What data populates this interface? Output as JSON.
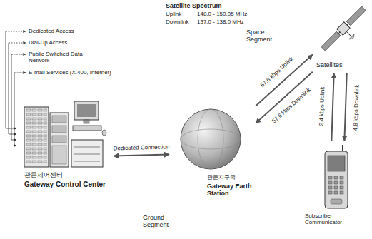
{
  "diagram": {
    "title": "Satellite Spectrum",
    "nodes": [
      {
        "text": [
          "관문제어센터",
          "Gateway Control Center"
        ]
      },
      {
        "text": [
          "관문지구국",
          "Gateway Earth Station"
        ]
      },
      {
        "text": [
          "Satellites"
        ]
      },
      {
        "text": [
          "Subscriber Communicator"
        ]
      }
    ],
    "edges": [
      {
        "from": 0,
        "to": 1,
        "arrow": "both",
        "label": "Dedicated Connection"
      },
      {
        "from": 1,
        "to": 2,
        "arrow": "to",
        "label": "57.6 kbps Uplink"
      },
      {
        "from": 2,
        "to": 1,
        "arrow": "to",
        "label": "57.6 kbps Downlink"
      },
      {
        "from": 3,
        "to": 2,
        "arrow": "to",
        "label": "2.4 kbps Uplink"
      },
      {
        "from": 2,
        "to": 3,
        "arrow": "to",
        "label": "4.8 kbps Downlink"
      }
    ],
    "labels": [
      "Uplink",
      "148.0 - 150.05 MHz",
      "Downlink",
      "137.0 - 138.0 MHz",
      "Space Segment",
      "Ground Segment",
      "Dedicated Access",
      "Dial-Up Access",
      "Public Switched Data Network",
      "E-mail Services (X.400, Internet)"
    ]
  }
}
